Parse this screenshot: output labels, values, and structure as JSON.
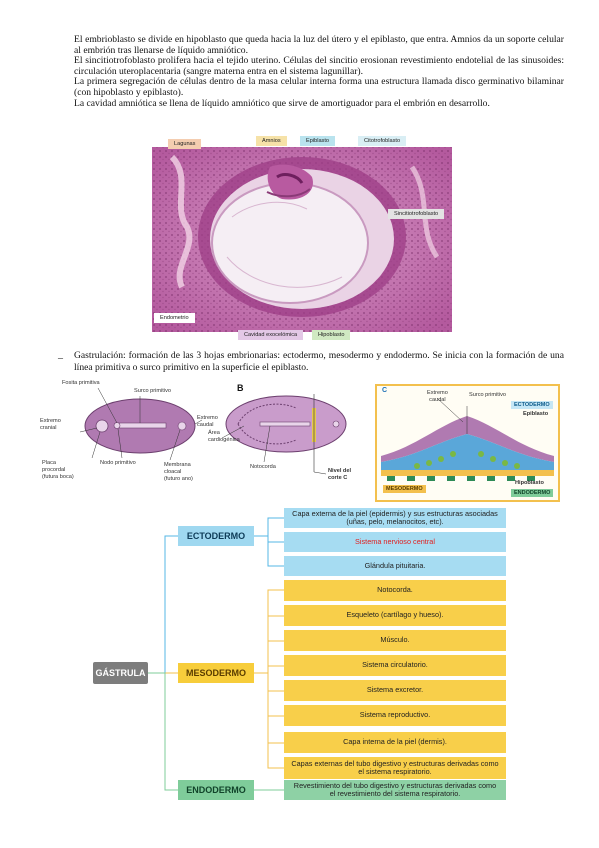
{
  "intro": {
    "p1": "El embrioblasto se divide en hipoblasto que queda hacia la luz del útero y el epiblasto, que entra. Amnios da un soporte celular al embrión tras llenarse de líquido amniótico.",
    "p2": "El sincitiotrofoblasto prolifera hacia el tejido uterino. Células del sincitio erosionan revestimiento endotelial de las sinusoides: circulación uteroplacentaria (sangre materna entra en el sistema lagunillar).",
    "p3": "La primera segregación de células dentro de la masa celular interna forma una estructura llamada disco germinativo bilaminar (con hipoblasto y epiblasto).",
    "p4": "La cavidad amniótica se llena de líquido amniótico que sirve de amortiguador para el embrión en desarrollo."
  },
  "micrograph": {
    "labels": {
      "lagunas": "Lagunas",
      "amnios": "Amnios",
      "epiblasto": "Epiblasto",
      "citotrofoblasto": "Citotrofoblasto",
      "sincitiotrofoblasto": "Sincitiotrofoblasto",
      "endometrio": "Endometrio",
      "cavidad": "Cavidad exocelómica",
      "hipoblasto": "Hipoblasto"
    },
    "colors": {
      "lagunas": "#f4cdb0",
      "amnios": "#f6e2a8",
      "epiblasto": "#b9e3ee",
      "citotrofoblasto": "#d9eef4",
      "sincitio": "#e3e3e3",
      "cavidad": "#e3c8e6",
      "hipoblasto": "#d0e9c2",
      "tissue": "#c56fae"
    }
  },
  "gastrulacion": {
    "dash": "–",
    "text": "Gastrulación: formación de las 3 hojas embrionarias: ectodermo, mesodermo y endodermo. Se inicia con la formación de una línea primitiva o surco primitivo en la superficie el epiblasto."
  },
  "diagramA": {
    "fosita": "Fosita primitiva",
    "surco": "Surco primitivo",
    "extremo_cranial": "Extremo\ncranial",
    "extremo_caudal": "Extremo\ncaudal",
    "placa": "Placa\nprocordal\n(futura boca)",
    "nodo": "Nodo primitivo",
    "membrana": "Membrana\ncloacal\n(futuro ano)"
  },
  "diagramB": {
    "letter": "B",
    "area": "Área\ncardiogénica",
    "notocorda": "Notocorda",
    "nivel": "Nivel del\ncorte C"
  },
  "diagramC": {
    "letter": "C",
    "extremo": "Extremo\ncaudal",
    "surco": "Surco primitivo",
    "ectodermo": "ECTODERMO",
    "epiblasto": "Epiblasto",
    "mesodermo": "MESODERMO",
    "hipoblasto": "Hipoblasto",
    "endodermo": "ENDODERMO"
  },
  "concept_map": {
    "root": "GÁSTRULA",
    "ectodermo": {
      "label": "ECTODERMO",
      "items": [
        "Capa externa de la piel (epidermis) y sus estructuras asociadas (uñas, pelo, melanocitos, etc).",
        "Sistema nervioso central",
        "Glándula pituitaria."
      ]
    },
    "mesodermo": {
      "label": "MESODERMO",
      "items": [
        "Notocorda.",
        "Esqueleto (cartílago y hueso).",
        "Músculo.",
        "Sistema circulatorio.",
        "Sistema excretor.",
        "Sistema reproductivo.",
        "Capa interna de la piel (dermis).",
        "Capas externas del tubo digestivo y estructuras derivadas como el sistema respiratorio."
      ]
    },
    "endodermo": {
      "label": "ENDODERMO",
      "items": [
        "Revestimiento del tubo digestivo y estructuras derivadas como el revestimiento del sistema respiratorio."
      ]
    }
  }
}
